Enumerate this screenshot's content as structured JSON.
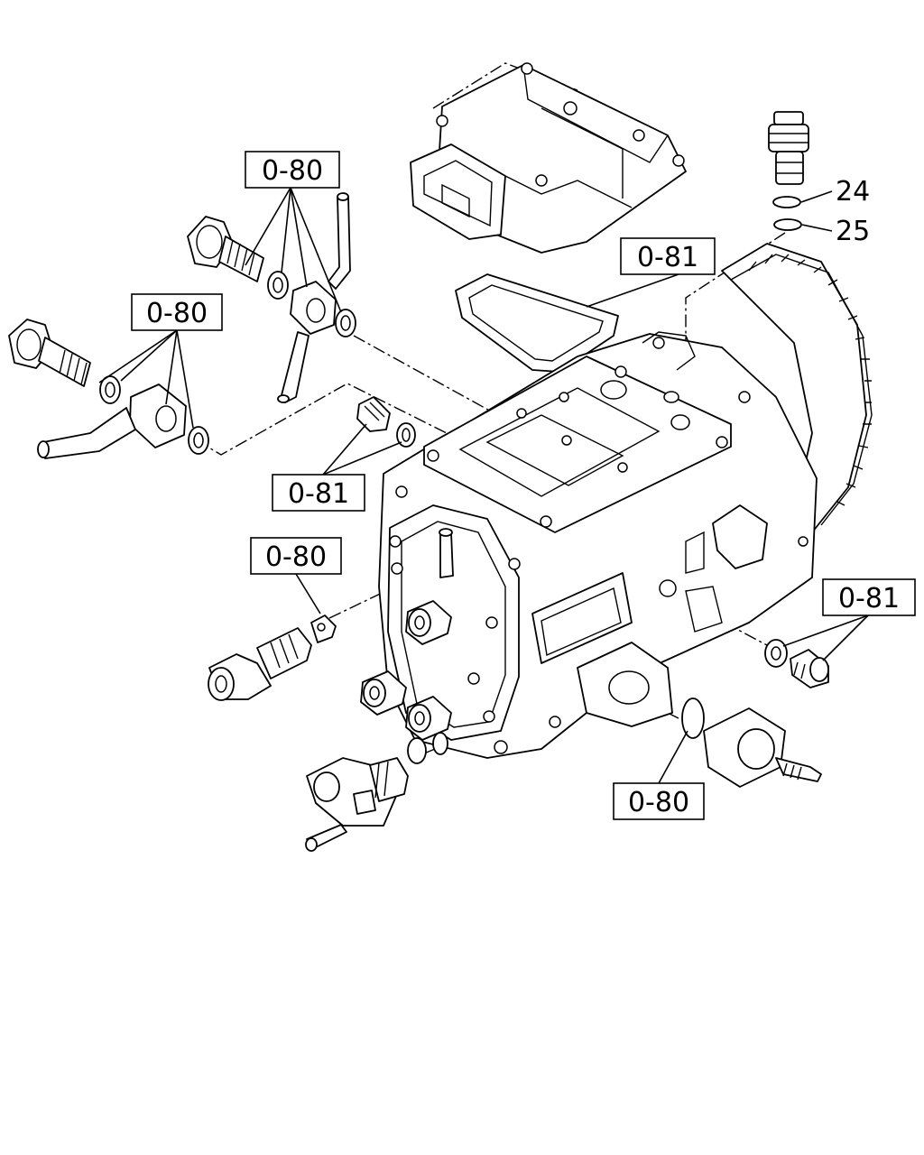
{
  "references": [
    {
      "id": "ref-top-banjo-bolt",
      "text": "0-80"
    },
    {
      "id": "ref-left-banjo-bolt",
      "text": "0-80"
    },
    {
      "id": "ref-gasket-top",
      "text": "0-81"
    },
    {
      "id": "ref-plug-left",
      "text": "0-81"
    },
    {
      "id": "ref-fitting-left",
      "text": "0-80"
    },
    {
      "id": "ref-bolt-right",
      "text": "0-81"
    },
    {
      "id": "ref-oring-bottom",
      "text": "0-80"
    }
  ],
  "part_numbers": [
    {
      "id": "part-24",
      "text": "24"
    },
    {
      "id": "part-25",
      "text": "25"
    }
  ]
}
